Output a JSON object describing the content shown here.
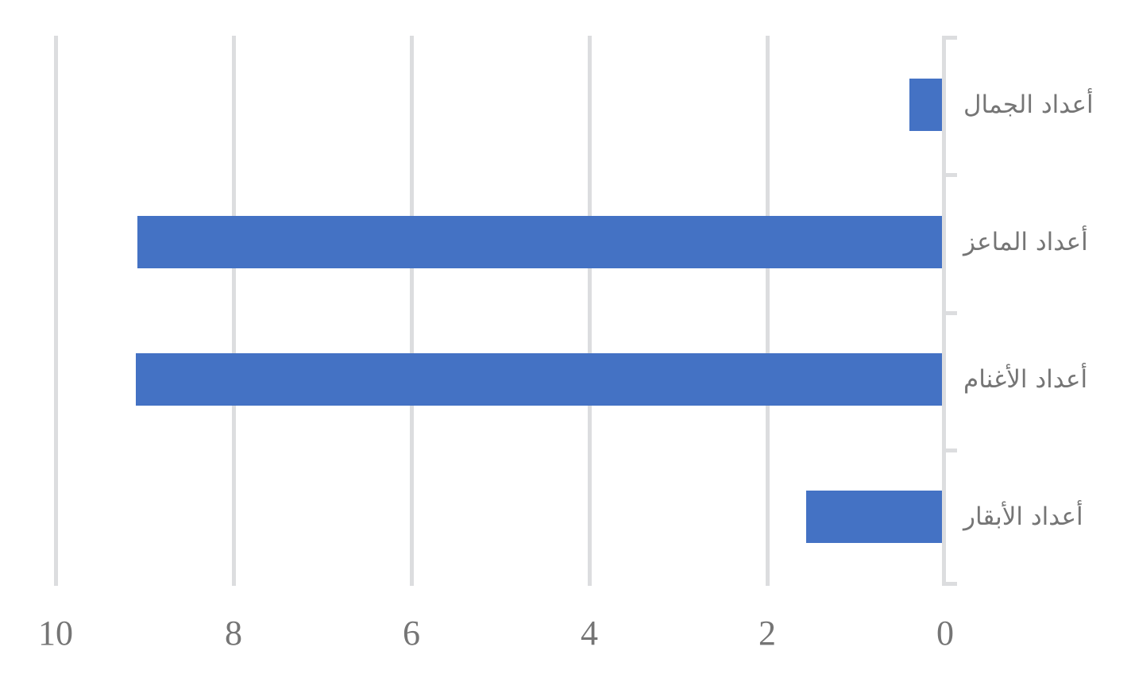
{
  "chart_data": {
    "type": "bar",
    "orientation": "horizontal",
    "direction": "rtl",
    "title": "",
    "subtitle": "",
    "xlabel": "",
    "ylabel": "",
    "categories": [
      "أعداد الجمال",
      "أعداد الماعز",
      "أعداد الأغنام",
      "أعداد الأبقار"
    ],
    "values": [
      0.4,
      9.08,
      9.1,
      1.56
    ],
    "series": [
      {
        "name": "",
        "values": [
          0.4,
          9.08,
          9.1,
          1.56
        ]
      }
    ],
    "xlim": [
      10,
      0
    ],
    "x_axis_reversed": true,
    "xticks": [
      10,
      8,
      6,
      4,
      2,
      0
    ],
    "xtick_labels": [
      "10",
      "8",
      "6",
      "4",
      "2",
      "0"
    ],
    "grid": true,
    "grid_axis": "x",
    "legend": false,
    "legend_position": "none",
    "bar_color": "#4472C4",
    "grid_color": "#DCDDDF",
    "axis_color": "#DCDDDF",
    "text_color": "#757575",
    "background_color": "#FFFFFF"
  },
  "axis": {
    "ticks": [
      {
        "label": "10",
        "value": 10
      },
      {
        "label": "8",
        "value": 8
      },
      {
        "label": "6",
        "value": 6
      },
      {
        "label": "4",
        "value": 4
      },
      {
        "label": "2",
        "value": 2
      },
      {
        "label": "0",
        "value": 0
      }
    ]
  }
}
